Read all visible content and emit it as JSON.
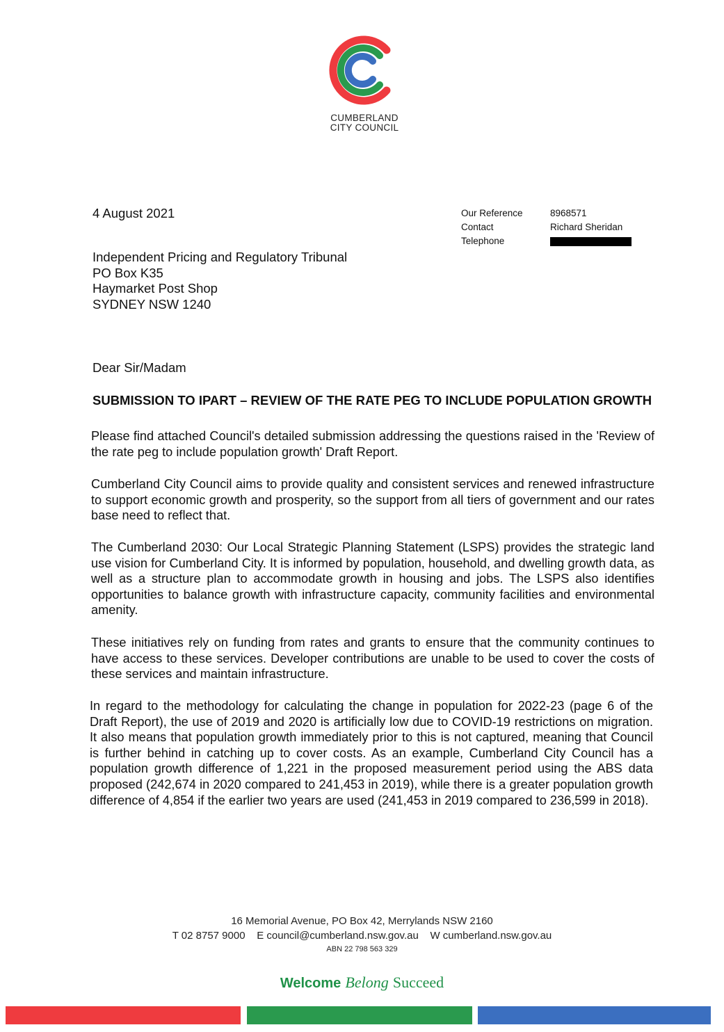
{
  "letterhead": {
    "org_line1": "CUMBERLAND",
    "org_line2": "CITY COUNCIL"
  },
  "date": "4 August 2021",
  "reference": {
    "our_reference_label": "Our Reference",
    "our_reference": "8968571",
    "contact_label": "Contact",
    "contact": "Richard Sheridan",
    "telephone_label": "Telephone"
  },
  "recipient": [
    "Independent Pricing and Regulatory Tribunal",
    "PO Box K35",
    "Haymarket Post Shop",
    "SYDNEY NSW 1240"
  ],
  "salutation": "Dear Sir/Madam",
  "subject": "SUBMISSION TO IPART – REVIEW OF THE RATE PEG TO INCLUDE POPULATION GROWTH",
  "paragraphs": [
    "Please find attached Council's detailed submission addressing the questions raised in the 'Review of the rate peg to include population growth' Draft Report.",
    "Cumberland City Council aims to provide quality and consistent services and renewed infrastructure to support economic growth and prosperity, so the support from all tiers of government and our rates base need to reflect that.",
    "The Cumberland 2030: Our Local Strategic Planning Statement (LSPS) provides the strategic land use vision for Cumberland City. It is informed by population, household, and dwelling growth data, as well as a structure plan to accommodate growth in housing and jobs. The LSPS also identifies opportunities to balance growth with infrastructure capacity, community facilities and environmental amenity.",
    "These initiatives rely on funding from rates and grants to ensure that the community continues to have access to these services. Developer contributions are unable to be used to cover the costs of these services and maintain infrastructure.",
    "In regard to the methodology for calculating the change in population for 2022-23 (page 6 of the Draft Report), the use of 2019 and 2020 is artificially low due to COVID-19 restrictions on migration. It also means that population growth immediately prior to this is not captured, meaning that Council is further behind in catching up to cover costs. As an example, Cumberland City Council has a population growth difference of 1,221 in the proposed measurement period using the ABS data proposed (242,674 in 2020 compared to 241,453 in 2019), while there is a greater population growth difference of 4,854 if the earlier two years are used (241,453 in 2019 compared to 236,599 in 2018)."
  ],
  "footer": {
    "address": "16 Memorial Avenue, PO Box 42, Merrylands NSW 2160",
    "phone": "T 02 8757 9000",
    "email": "E council@cumberland.nsw.gov.au",
    "web": "W cumberland.nsw.gov.au",
    "abn": "ABN 22 798 563 329"
  },
  "tagline": {
    "welcome": "Welcome",
    "belong": "Belong",
    "succeed": "Succeed"
  },
  "colors": {
    "red": "#ef3b3f",
    "green": "#2a9a4e",
    "blue": "#3b6fc0"
  }
}
